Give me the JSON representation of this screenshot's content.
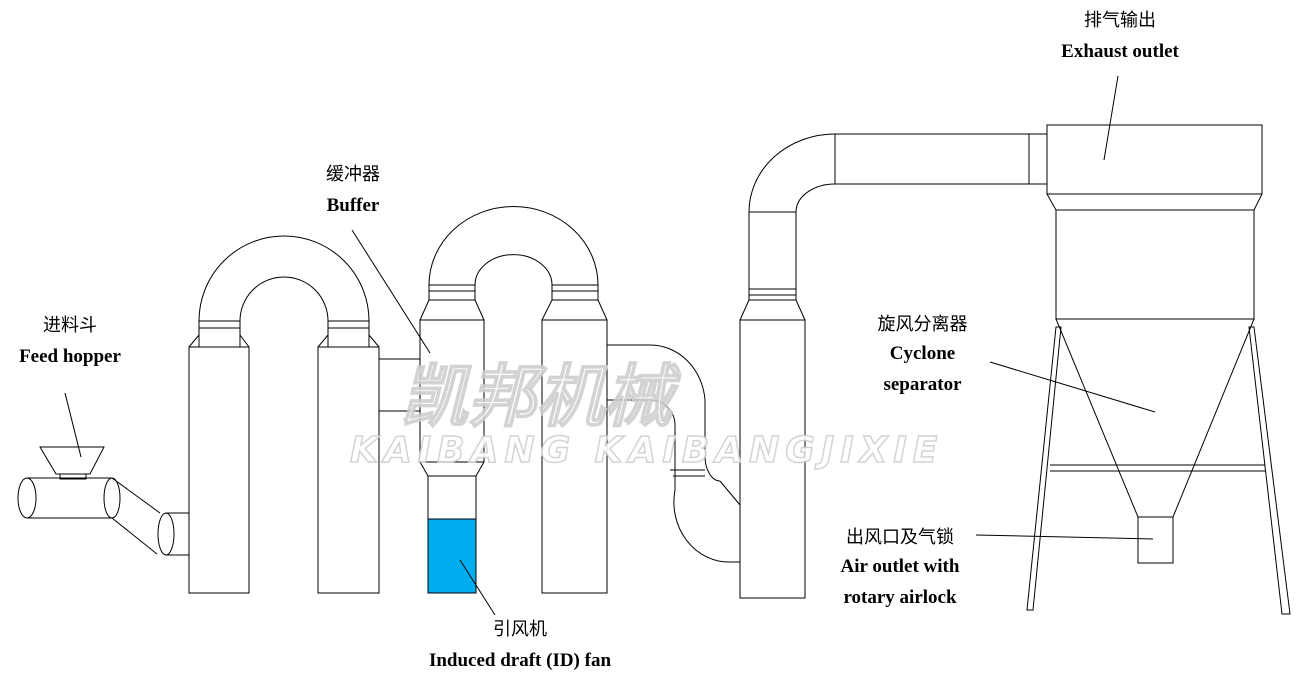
{
  "labels": {
    "exhaust": {
      "cn": "排气输出",
      "en": "Exhaust outlet"
    },
    "buffer": {
      "cn": "缓冲器",
      "en": "Buffer"
    },
    "feed": {
      "cn": "进料斗",
      "en": "Feed hopper"
    },
    "cyclone": {
      "cn": "旋风分离器",
      "en1": "Cyclone",
      "en2": "separator"
    },
    "airlock": {
      "cn": "出风口及气锁",
      "en1": "Air outlet with",
      "en2": "rotary airlock"
    },
    "fan": {
      "cn": "引风机",
      "en": "Induced draft (ID) fan"
    }
  },
  "watermark": {
    "cn": "凯邦机械",
    "en": "KAIBANG KAIBANGJIXIE"
  },
  "colors": {
    "line": "#000000",
    "fan_fill": "#00AEEF",
    "watermark": "#d8d8d8"
  }
}
